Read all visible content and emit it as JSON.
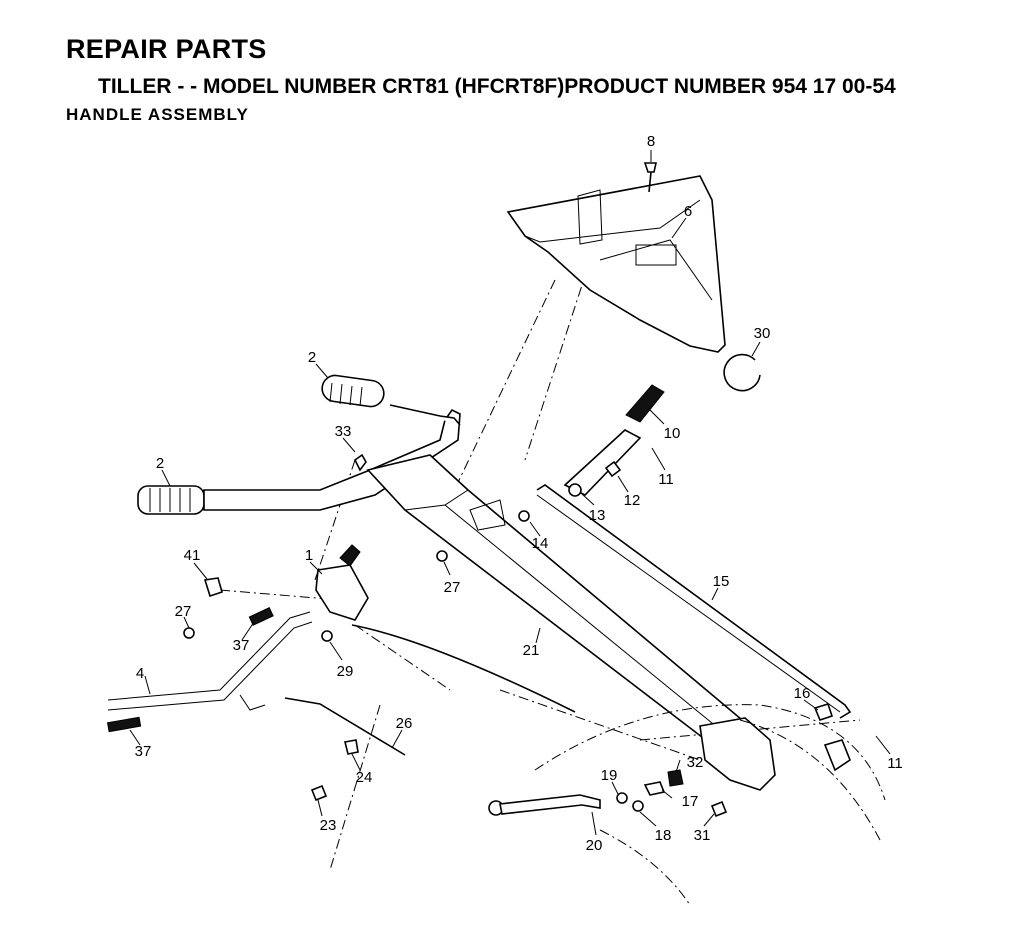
{
  "header": {
    "title": "REPAIR PARTS",
    "subtitle": "TILLER - - MODEL NUMBER CRT81 (HFCRT8F)PRODUCT NUMBER 954 17 00-54",
    "section": "HANDLE ASSEMBLY"
  },
  "callouts": [
    {
      "id": "8",
      "label": "8"
    },
    {
      "id": "6",
      "label": "6"
    },
    {
      "id": "30",
      "label": "30"
    },
    {
      "id": "2a",
      "label": "2"
    },
    {
      "id": "10",
      "label": "10"
    },
    {
      "id": "33",
      "label": "33"
    },
    {
      "id": "11a",
      "label": "11"
    },
    {
      "id": "2b",
      "label": "2"
    },
    {
      "id": "12",
      "label": "12"
    },
    {
      "id": "13",
      "label": "13"
    },
    {
      "id": "14",
      "label": "14"
    },
    {
      "id": "1",
      "label": "1"
    },
    {
      "id": "41",
      "label": "41"
    },
    {
      "id": "27a",
      "label": "27"
    },
    {
      "id": "15",
      "label": "15"
    },
    {
      "id": "27b",
      "label": "27"
    },
    {
      "id": "37a",
      "label": "37"
    },
    {
      "id": "21",
      "label": "21"
    },
    {
      "id": "29",
      "label": "29"
    },
    {
      "id": "4",
      "label": "4"
    },
    {
      "id": "16",
      "label": "16"
    },
    {
      "id": "26",
      "label": "26"
    },
    {
      "id": "37b",
      "label": "37"
    },
    {
      "id": "32",
      "label": "32"
    },
    {
      "id": "11b",
      "label": "11"
    },
    {
      "id": "19",
      "label": "19"
    },
    {
      "id": "24",
      "label": "24"
    },
    {
      "id": "17",
      "label": "17"
    },
    {
      "id": "23",
      "label": "23"
    },
    {
      "id": "18",
      "label": "18"
    },
    {
      "id": "31",
      "label": "31"
    },
    {
      "id": "20",
      "label": "20"
    }
  ]
}
